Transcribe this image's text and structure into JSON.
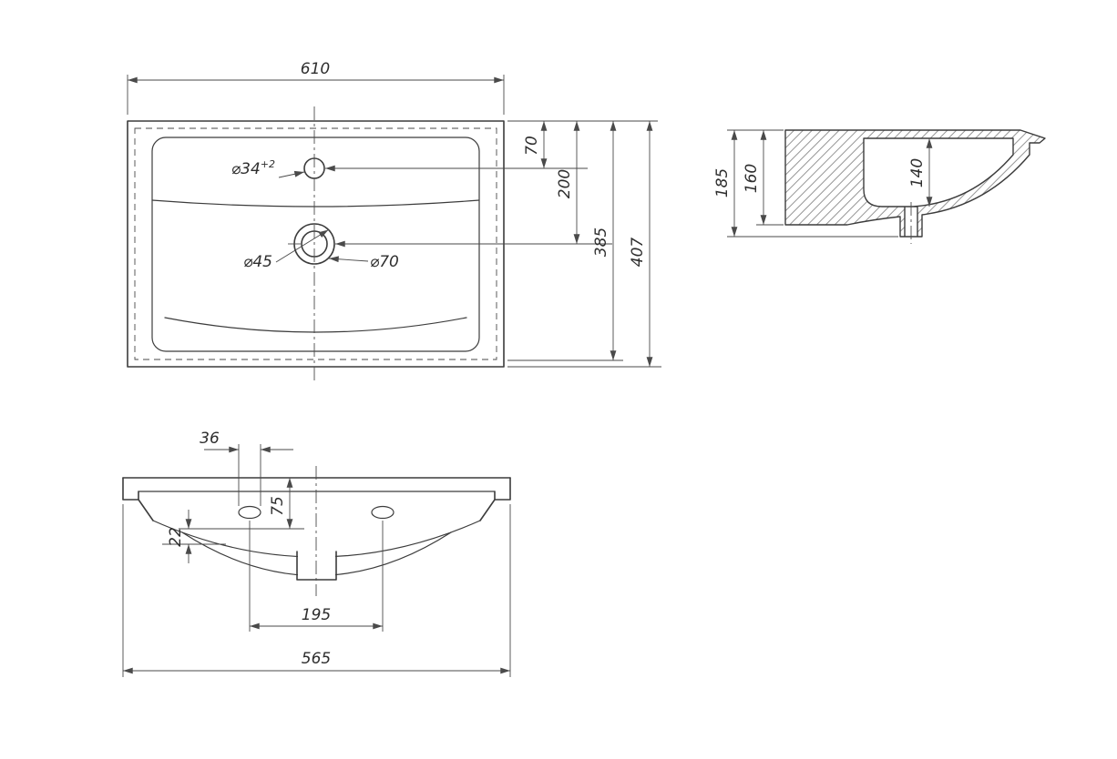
{
  "meta": {
    "drawing_type": "washbasin technical drawing",
    "line_color": "#3c3c3c",
    "background_color": "#ffffff"
  },
  "plan_view": {
    "width_dim": "610",
    "faucet_offset_dim": "70",
    "drain_offset_dim": "200",
    "inner_depth_dim": "385",
    "overall_depth_dim": "407",
    "faucet_hole_label": "⌀34",
    "faucet_hole_tolerance": "+2",
    "drain_inner_label": "⌀45",
    "drain_outer_label": "⌀70"
  },
  "section_view": {
    "overall_height_dim": "185",
    "back_height_dim": "160",
    "bowl_depth_dim": "140"
  },
  "front_view": {
    "hole_width_dim": "36",
    "rim_height_dim": "75",
    "hole_drop_dim": "22",
    "drain_span_dim": "195",
    "bottom_width_dim": "565"
  }
}
